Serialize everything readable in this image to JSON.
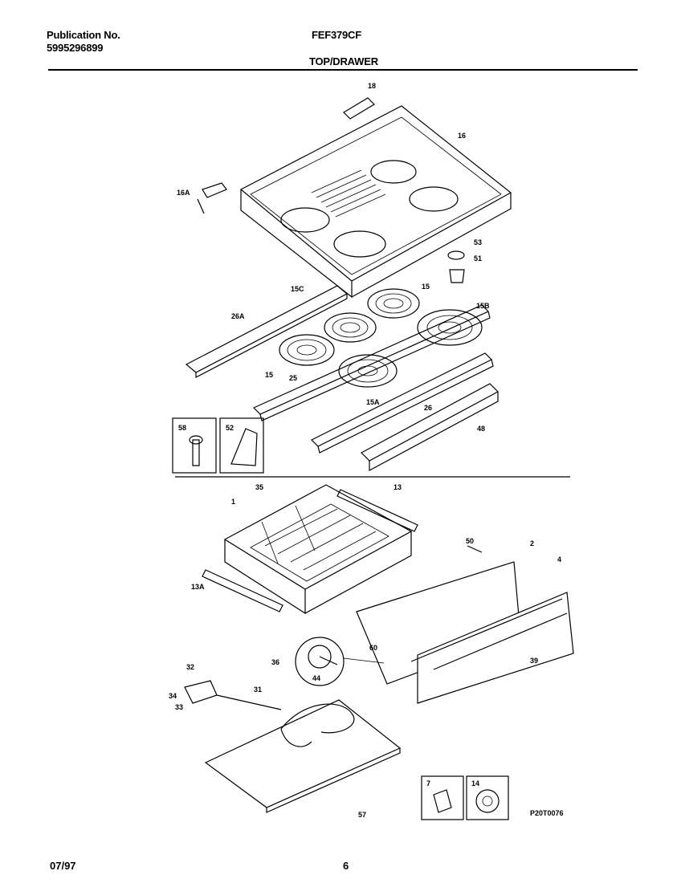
{
  "header": {
    "publication_label": "Publication No.",
    "publication_number": "5995296899",
    "model": "FEF379CF",
    "section_title": "TOP/DRAWER"
  },
  "footer": {
    "date": "07/97",
    "page": "6"
  },
  "diagram_code": "P20T0076",
  "part_labels": {
    "p18": "18",
    "p16": "16",
    "p16A": "16A",
    "p53": "53",
    "p51": "51",
    "p15C": "15C",
    "p15_top": "15",
    "p15B": "15B",
    "p26A": "26A",
    "p15_left": "15",
    "p25": "25",
    "p15A": "15A",
    "p26": "26",
    "p48": "48",
    "p58": "58",
    "p52": "52",
    "p35": "35",
    "p13": "13",
    "p1": "1",
    "p13A": "13A",
    "p50": "50",
    "p2": "2",
    "p4": "4",
    "p60": "60",
    "p39": "39",
    "p36": "36",
    "p44": "44",
    "p32": "32",
    "p31": "31",
    "p34": "34",
    "p33": "33",
    "p57": "57",
    "p7": "7",
    "p14": "14"
  }
}
